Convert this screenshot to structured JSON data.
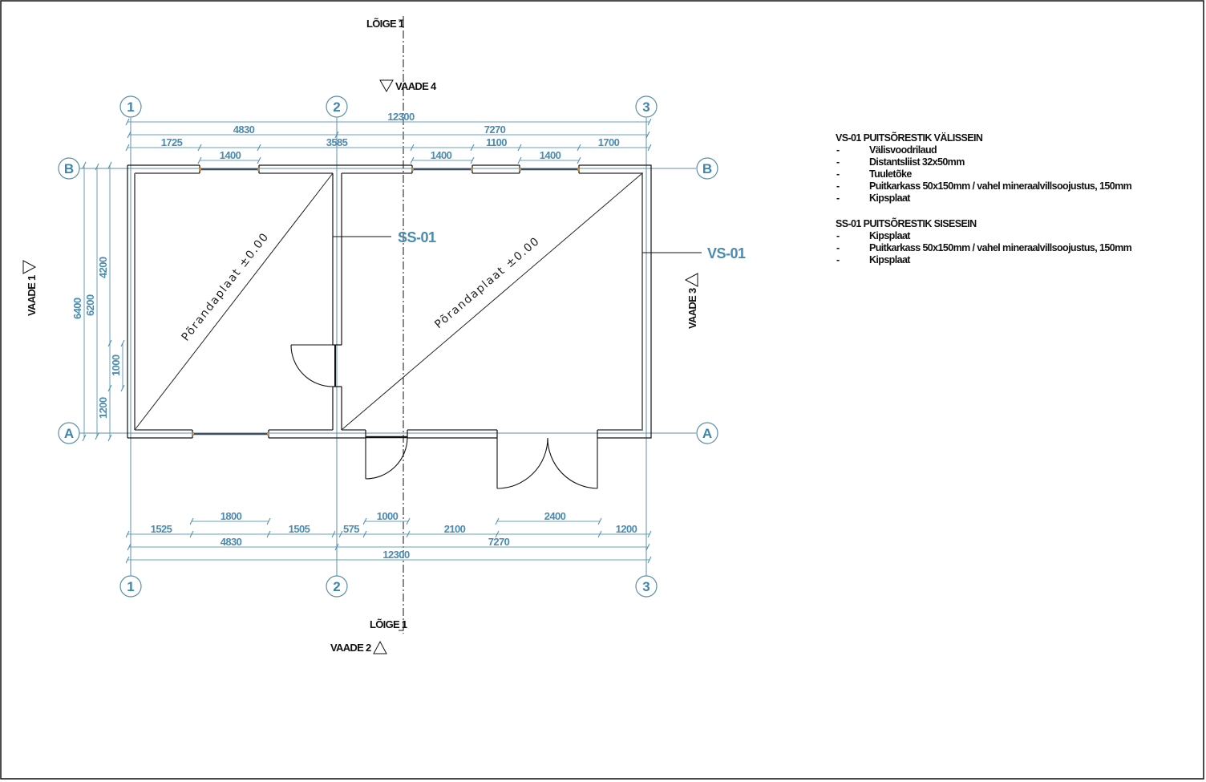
{
  "drawing": {
    "section_label": "LÕIGE 1",
    "views": {
      "v1": "VAADE 1",
      "v2": "VAADE 2",
      "v3": "VAADE 3",
      "v4": "VAADE 4"
    },
    "grid_axes": {
      "numbers": [
        "1",
        "2",
        "3"
      ],
      "letters": [
        "A",
        "B"
      ]
    },
    "top_dimensions": {
      "overall": "12300",
      "segments_row2": [
        "4830",
        "7270"
      ],
      "segments_row3": [
        "1725",
        "3585",
        "1700"
      ],
      "window_row": [
        "1400",
        "1400",
        "1100",
        "1400"
      ]
    },
    "bottom_dimensions": {
      "overall": "12300",
      "segments_row2": [
        "4830",
        "7270"
      ],
      "segments_row3": [
        "1525",
        "1505",
        "575",
        "2100",
        "1200"
      ],
      "openings_row": [
        "1800",
        "1000",
        "2400"
      ]
    },
    "left_dimensions": {
      "overall": "6400",
      "inner": "6200",
      "segments": [
        "4200",
        "1000",
        "1200"
      ]
    },
    "wall_tags": {
      "interior": "SS-01",
      "exterior": "VS-01"
    },
    "room_labels": [
      "Põrandaplaat ±0.00",
      "Põrandaplaat ±0.00"
    ]
  },
  "legend": {
    "sections": [
      {
        "title": "VS-01 PUITSÕRESTIK VÄLISSEIN",
        "items": [
          "Välisvoodrilaud",
          "Distantsliist 32x50mm",
          "Tuuletõke",
          "Puitkarkass 50x150mm / vahel mineraalvillsoojustus, 150mm",
          "Kipsplaat"
        ]
      },
      {
        "title": "SS-01 PUITSÕRESTIK SISESEIN",
        "items": [
          "Kipsplaat",
          "Puitkarkass 50x150mm / vahel mineraalvillsoojustus, 150mm",
          "Kipsplaat"
        ]
      }
    ],
    "bullet": "-"
  },
  "colors": {
    "dimension": "#4a8bb0",
    "grid_line": "#5b8fa8",
    "wall": "#111111",
    "window_frame": "#c08a4a"
  }
}
